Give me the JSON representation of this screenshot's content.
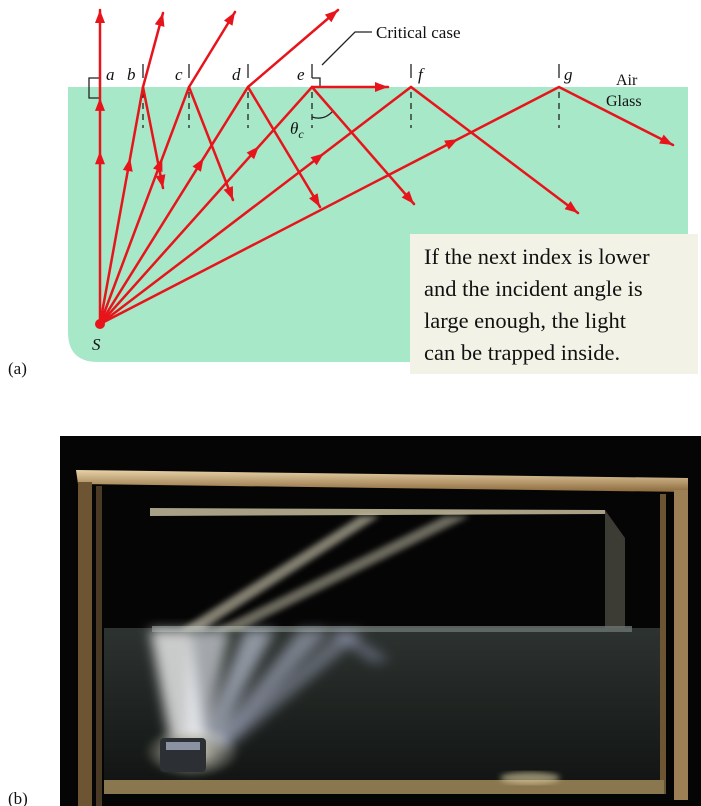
{
  "panel_a": {
    "panel_label": "(a)",
    "source_label": "S",
    "ray_labels": [
      "a",
      "b",
      "c",
      "d",
      "e",
      "f",
      "g"
    ],
    "critical_label": "Critical case",
    "upper_medium": "Air",
    "lower_medium": "Glass",
    "angle_label": "θ",
    "angle_subscript": "c",
    "note_lines": [
      "If the next index is lower",
      "and the incident angle is",
      "large enough, the light",
      "can be trapped inside."
    ],
    "colors": {
      "glass": "#a6e8c7",
      "ray": "#e8141b",
      "note_bg": "#f3f2e6"
    }
  },
  "panel_b": {
    "panel_label": "(b)"
  }
}
